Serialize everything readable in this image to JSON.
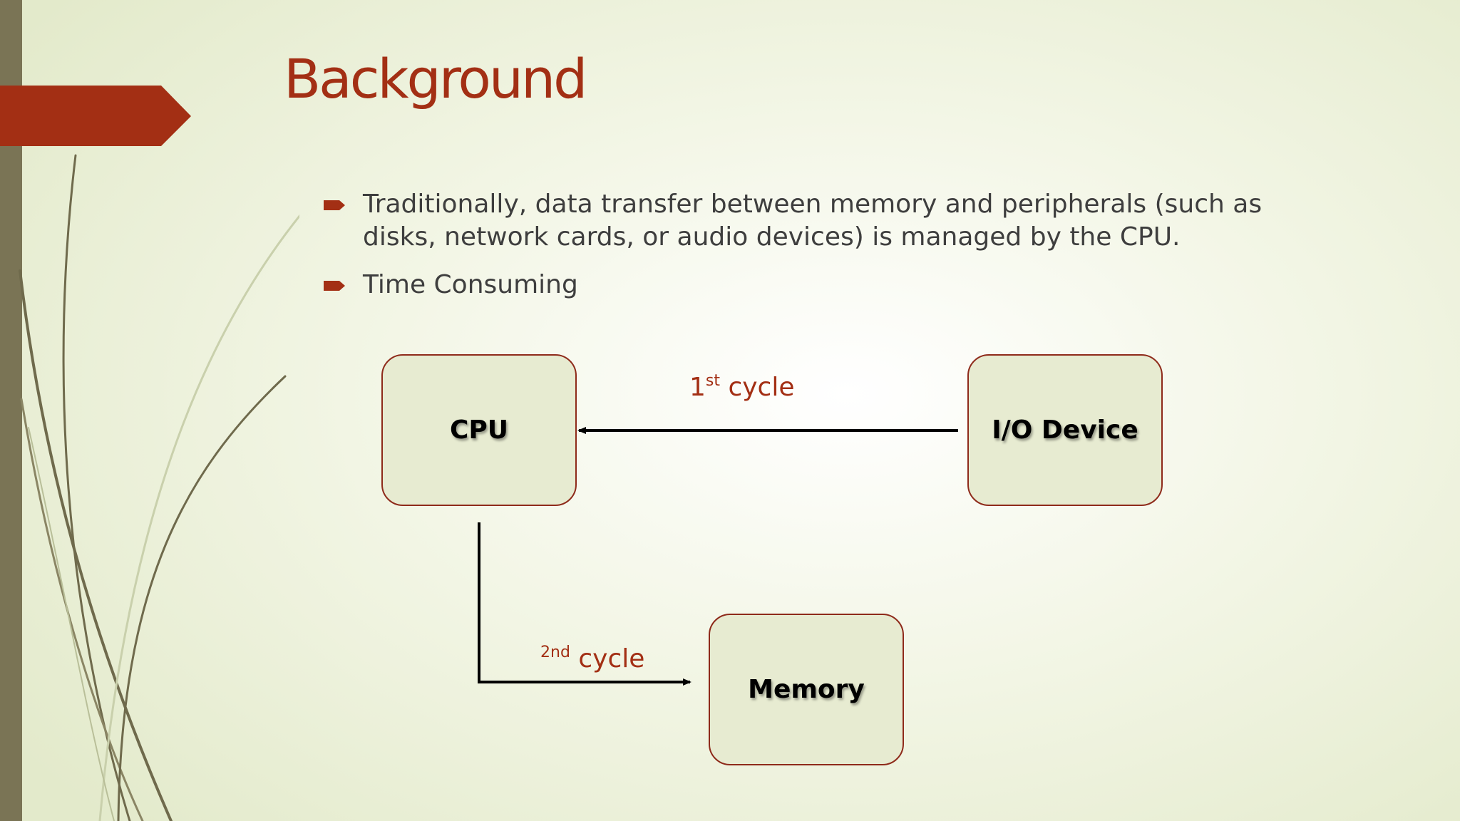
{
  "slide": {
    "title": "Background",
    "bullets": [
      "Traditionally, data transfer between memory and peripherals (such as disks, network cards, or audio devices) is managed by the CPU.",
      "Time Consuming"
    ]
  },
  "diagram": {
    "nodes": {
      "cpu": "CPU",
      "io_device": "I/O Device",
      "memory": "Memory"
    },
    "edges": [
      {
        "from": "I/O Device",
        "to": "CPU",
        "label_num": "1",
        "label_sup": "st",
        "label_text": "cycle"
      },
      {
        "from": "CPU",
        "to": "Memory",
        "label_num": "",
        "label_sup": "2nd",
        "label_text": "cycle"
      }
    ]
  },
  "colors": {
    "accent": "#a32f14",
    "box_border": "#8e2a1a",
    "box_fill": "#e7ebd1",
    "side_bar": "#7a7455",
    "body_text": "#3e3e3e"
  }
}
